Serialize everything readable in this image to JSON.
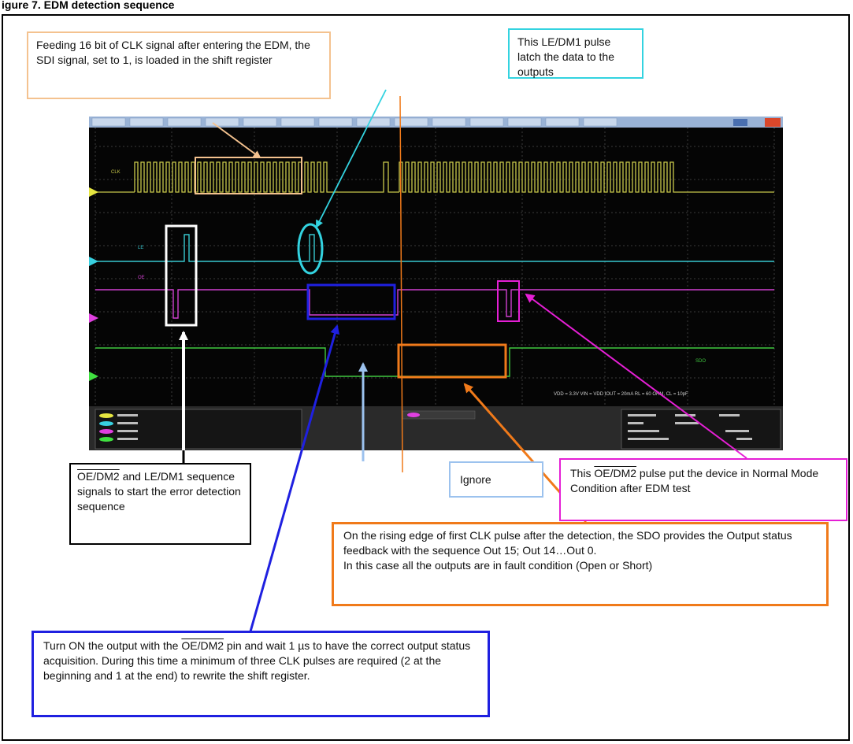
{
  "figure": {
    "title": "igure 7. EDM detection sequence"
  },
  "callouts": {
    "clk_feed": "Feeding 16 bit of CLK signal after entering the EDM, the SDI signal, set to 1, is loaded in the shift register",
    "le_latch": "This LE/DM1 pulse latch the data to the outputs",
    "oe_le_seq_part1": "OE/DM2",
    "oe_le_seq_part2": " and LE/DM1 sequence signals to start the error detection sequence",
    "ignore": "Ignore",
    "oe_normal_part1": "This ",
    "oe_normal_part2": "OE/DM2",
    "oe_normal_part3": " pulse put the device in Normal Mode Condition after EDM test",
    "sdo_feedback": "On the rising edge of first CLK pulse after the detection, the SDO provides the Output status feedback with the sequence Out 15; Out 14…Out 0.\nIn this case all the outputs are in fault condition (Open or Short)",
    "turn_on_part1": "Turn ON the output with the ",
    "turn_on_part2": "OE/DM2",
    "turn_on_part3": " pin and wait 1 µs to have the correct output status acquisition. During this time a minimum of three CLK pulses are required (2 at the beginning and 1 at the end) to rewrite the shift register."
  },
  "colors": {
    "clk_trace": "#c8c84a",
    "le_trace": "#38c8d0",
    "oe_trace": "#d040d0",
    "sdo_trace": "#40c840",
    "callout_orange_light": "#f4c28f",
    "callout_cyan": "#33d3e0",
    "callout_magenta": "#e51fd5",
    "callout_orange": "#f07a1a",
    "callout_blue": "#1f20e0",
    "callout_ice": "#9cc2ee"
  }
}
